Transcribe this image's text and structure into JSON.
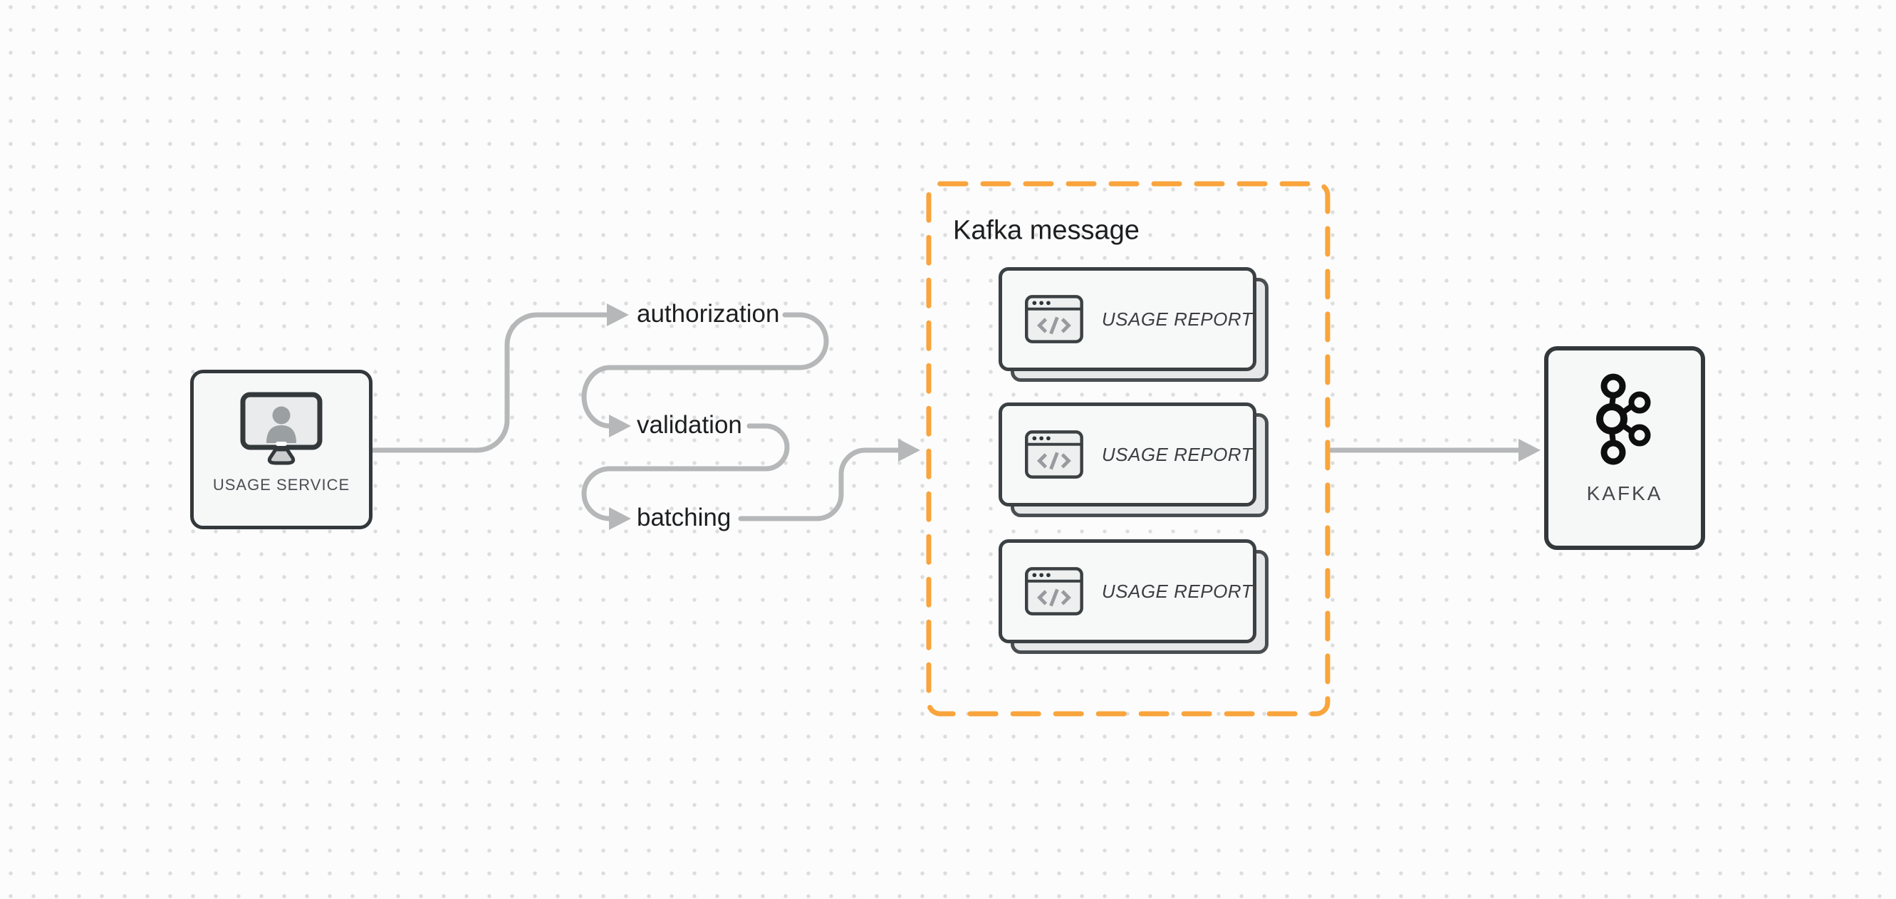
{
  "diagram": {
    "colors": {
      "accent_orange": "#f9a43c",
      "connector_gray": "#b5b7b8",
      "node_border": "#33383b",
      "node_fill": "#f6f7f7",
      "text_dark": "#1d1e20",
      "text_muted": "#4a4f53",
      "card_shadow_fill": "#e6e7e8",
      "bg_color": "#fcfcfc",
      "dot_color": "#dcdddd"
    },
    "source_node": {
      "label": "USAGE SERVICE",
      "icon": "monitor-user-icon"
    },
    "flow_steps": [
      {
        "label": "authorization"
      },
      {
        "label": "validation"
      },
      {
        "label": "batching"
      }
    ],
    "group": {
      "title": "Kafka message",
      "cards": [
        {
          "label": "USAGE REPORT",
          "icon": "code-window-icon"
        },
        {
          "label": "USAGE REPORT",
          "icon": "code-window-icon"
        },
        {
          "label": "USAGE REPORT",
          "icon": "code-window-icon"
        }
      ]
    },
    "sink_node": {
      "label": "KAFKA",
      "icon": "kafka-logo-icon"
    }
  }
}
